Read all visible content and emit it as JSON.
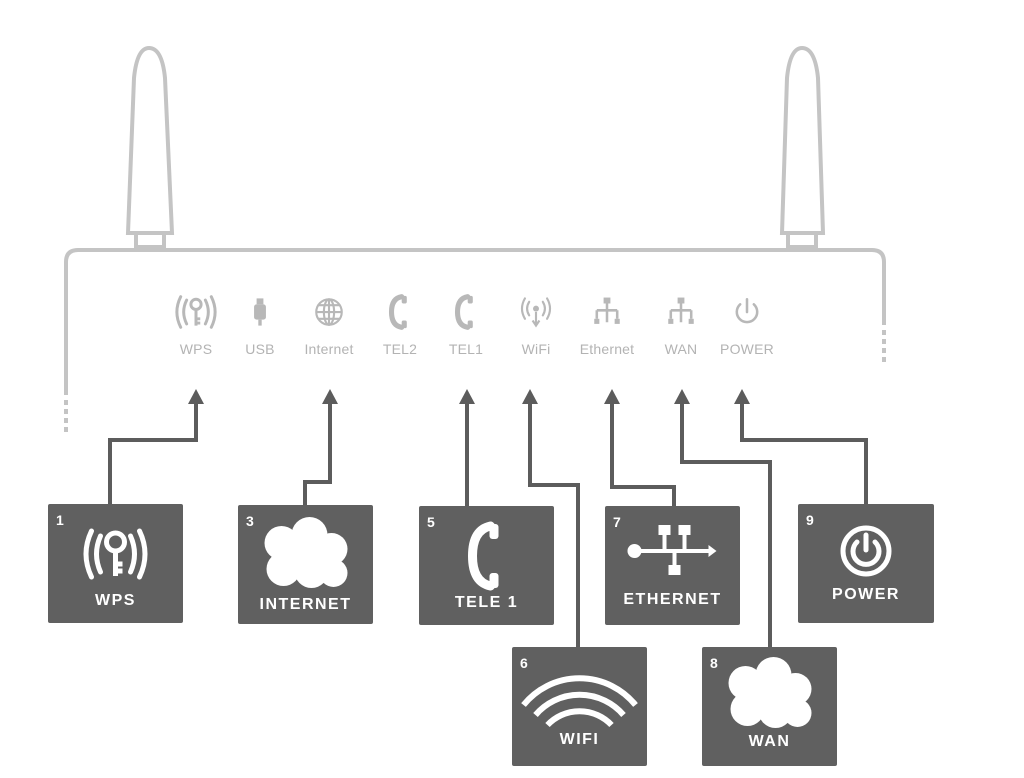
{
  "colors": {
    "router_outline": "#c4c4c4",
    "panel_icon": "#b8b8b8",
    "panel_text": "#b3b3b3",
    "box": "#606060",
    "box_text": "#ffffff",
    "connector": "#5c5c5c"
  },
  "panel": {
    "indicators": [
      {
        "label": "WPS",
        "icon": "wps-icon"
      },
      {
        "label": "USB",
        "icon": "usb-icon"
      },
      {
        "label": "Internet",
        "icon": "globe-icon"
      },
      {
        "label": "TEL2",
        "icon": "phone-icon"
      },
      {
        "label": "TEL1",
        "icon": "phone-icon"
      },
      {
        "label": "WiFi",
        "icon": "antenna-icon"
      },
      {
        "label": "Ethernet",
        "icon": "network-icon"
      },
      {
        "label": "WAN",
        "icon": "network-icon"
      },
      {
        "label": "POWER",
        "icon": "power-icon"
      }
    ]
  },
  "boxes": [
    {
      "number": "1",
      "title": "WPS",
      "icon": "wps-icon"
    },
    {
      "number": "3",
      "title": "INTERNET",
      "icon": "cloud-icon"
    },
    {
      "number": "5",
      "title": "TELE 1",
      "icon": "phone-icon"
    },
    {
      "number": "6",
      "title": "WIFI",
      "icon": "wifi-icon"
    },
    {
      "number": "7",
      "title": "ETHERNET",
      "icon": "network-icon"
    },
    {
      "number": "8",
      "title": "WAN",
      "icon": "cloud-icon"
    },
    {
      "number": "9",
      "title": "POWER",
      "icon": "power-icon"
    }
  ]
}
